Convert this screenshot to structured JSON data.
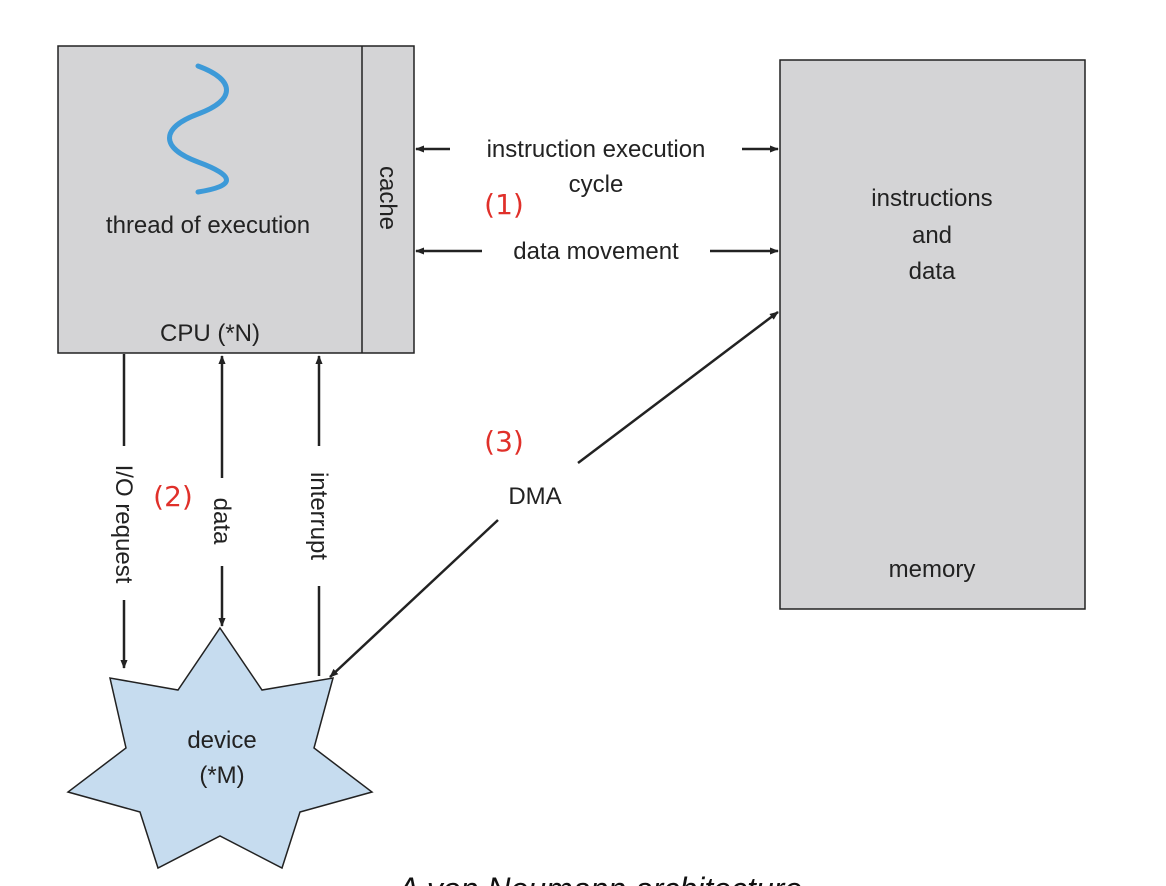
{
  "cpu": {
    "thread_label": "thread of execution",
    "cache_label": "cache",
    "cpu_label": "CPU (*N)"
  },
  "memory": {
    "contents_line1": "instructions",
    "contents_line2": "and",
    "contents_line3": "data",
    "label": "memory"
  },
  "device": {
    "line1": "device",
    "line2": "(*M)"
  },
  "arrows": {
    "instruction_execution": "instruction execution",
    "cycle": "cycle",
    "data_movement": "data movement",
    "io_request": "I/O request",
    "data": "data",
    "interrupt": "interrupt",
    "dma": "DMA"
  },
  "markers": {
    "one": "(1)",
    "two": "(2)",
    "three": "(3)"
  },
  "caption": "A von Neumann architecture",
  "colors": {
    "box_fill": "#d4d4d6",
    "box_stroke": "#222222",
    "thread_wave": "#3d9ad8",
    "device_fill": "#c6dcef",
    "marker_red": "#e0302a"
  }
}
